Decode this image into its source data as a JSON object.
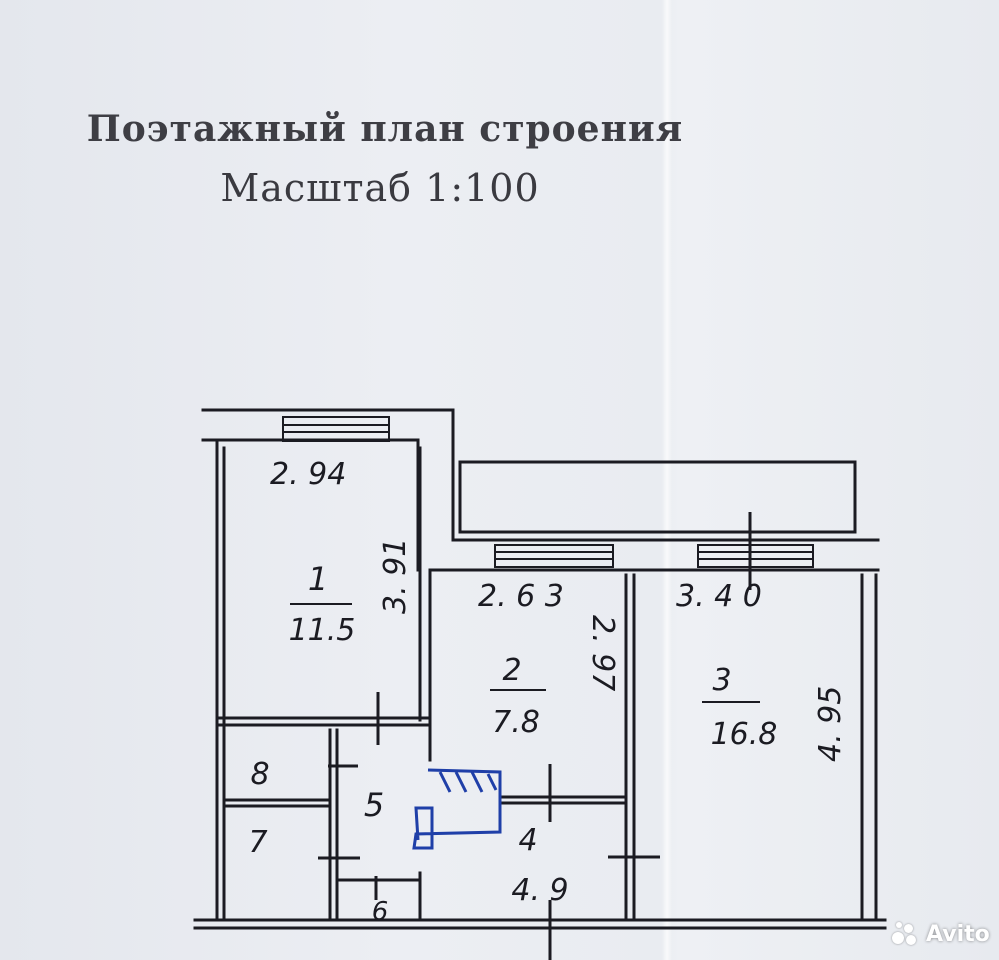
{
  "document": {
    "title": "Поэтажный план строения",
    "scale": "Масштаб 1:100"
  },
  "rooms": [
    {
      "number": "1",
      "area": "11.5",
      "width": "2. 94",
      "length": "3. 91"
    },
    {
      "number": "2",
      "area": "7.8",
      "width": "2. 6 3",
      "length": "2. 97"
    },
    {
      "number": "3",
      "area": "16.8",
      "width": "3. 4 0",
      "length": "4. 95"
    },
    {
      "number": "4",
      "area": "4. 9"
    },
    {
      "number": "5"
    },
    {
      "number": "6"
    },
    {
      "number": "7"
    },
    {
      "number": "8"
    }
  ],
  "watermark": {
    "brand": "Avito"
  },
  "colors": {
    "wall": "#1b1b22",
    "annotation": "#1f3fa8",
    "paper": "#e9ecf1"
  }
}
